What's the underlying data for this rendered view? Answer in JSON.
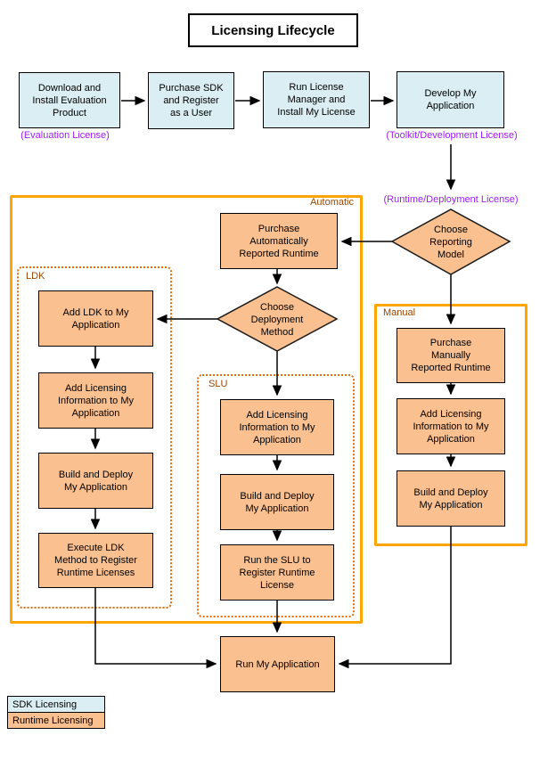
{
  "title": "Licensing Lifecycle",
  "colors": {
    "sdk_fill": "#DAEEF3",
    "runtime_fill": "#FAC090",
    "container_border": "#FFA500",
    "dotted_border": "#E36C0A",
    "section_label": "#974706",
    "license_label": "#A020F0"
  },
  "sdk_flow": [
    "Download and\nInstall Evaluation\nProduct",
    "Purchase SDK\nand Register\nas a User",
    "Run License\nManager and\nInstall My License",
    "Develop My\nApplication"
  ],
  "license_labels": {
    "evaluation": "(Evaluation License)",
    "toolkit": "(Toolkit/Development License)",
    "runtime": "(Runtime/Deployment License)"
  },
  "decisions": {
    "reporting": "Choose\nReporting\nModel",
    "deployment": "Choose\nDeployment\nMethod"
  },
  "automatic": {
    "label": "Automatic",
    "purchase": "Purchase\nAutomatically\nReported Runtime"
  },
  "ldk": {
    "label": "LDK",
    "steps": [
      "Add LDK to My\nApplication",
      "Add Licensing\nInformation to My\nApplication",
      "Build and Deploy\nMy Application",
      "Execute LDK\nMethod to Register\nRuntime Licenses"
    ]
  },
  "slu": {
    "label": "SLU",
    "steps": [
      "Add Licensing\nInformation to My\nApplication",
      "Build and Deploy\nMy Application",
      "Run the SLU to\nRegister Runtime\nLicense"
    ]
  },
  "manual": {
    "label": "Manual",
    "steps": [
      "Purchase\nManually\nReported Runtime",
      "Add Licensing\nInformation to My\nApplication",
      "Build and Deploy\nMy Application"
    ]
  },
  "final": "Run My Application",
  "legend": {
    "sdk": "SDK Licensing",
    "runtime": "Runtime Licensing"
  }
}
